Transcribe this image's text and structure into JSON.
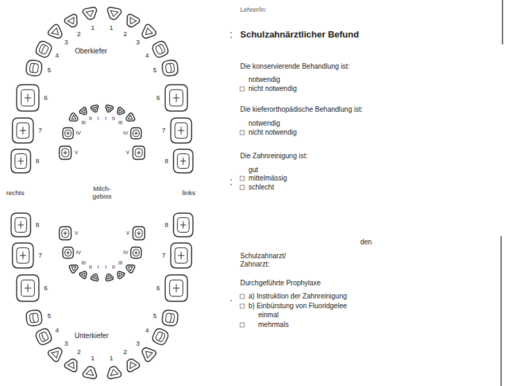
{
  "diagram": {
    "title": "Schulzahnärztlicher Befund",
    "labels": [
      "Lehrer/in:",
      "Die konservierende Behandlung ist:",
      "notwendig",
      "nicht notwendig",
      "Die kieferorthopädische Behandlung ist:",
      "notwendig",
      "nicht notwendig",
      "Die Zahnreinigung ist:",
      "gut",
      "mittelmässig",
      "schlecht",
      "den",
      "Schulzahnarzt/ Zahnarzt:",
      "Durchgeführte Prophylaxe",
      "a) Instruktion der Zahnreinigung",
      "b) Einbürstung von Fluoridgelee",
      "einmal",
      "mehrmals",
      "Oberkiefer",
      "Unterkiefer",
      "Milch- gebiss",
      "rechts",
      "links",
      "1",
      "2",
      "3",
      "4",
      "5",
      "6",
      "7",
      "8",
      "1",
      "2",
      "3",
      "4",
      "5",
      "6",
      "7",
      "8",
      "1",
      "2",
      "3",
      "4",
      "5",
      "6",
      "7",
      "8",
      "1",
      "2",
      "3",
      "4",
      "5",
      "6",
      "7",
      "8",
      "I",
      "II",
      "III",
      "IV",
      "V",
      "I",
      "II",
      "III",
      "IV",
      "V",
      "I",
      "II",
      "III",
      "IV",
      "V",
      "I",
      "II",
      "III",
      "IV",
      "V"
    ]
  }
}
